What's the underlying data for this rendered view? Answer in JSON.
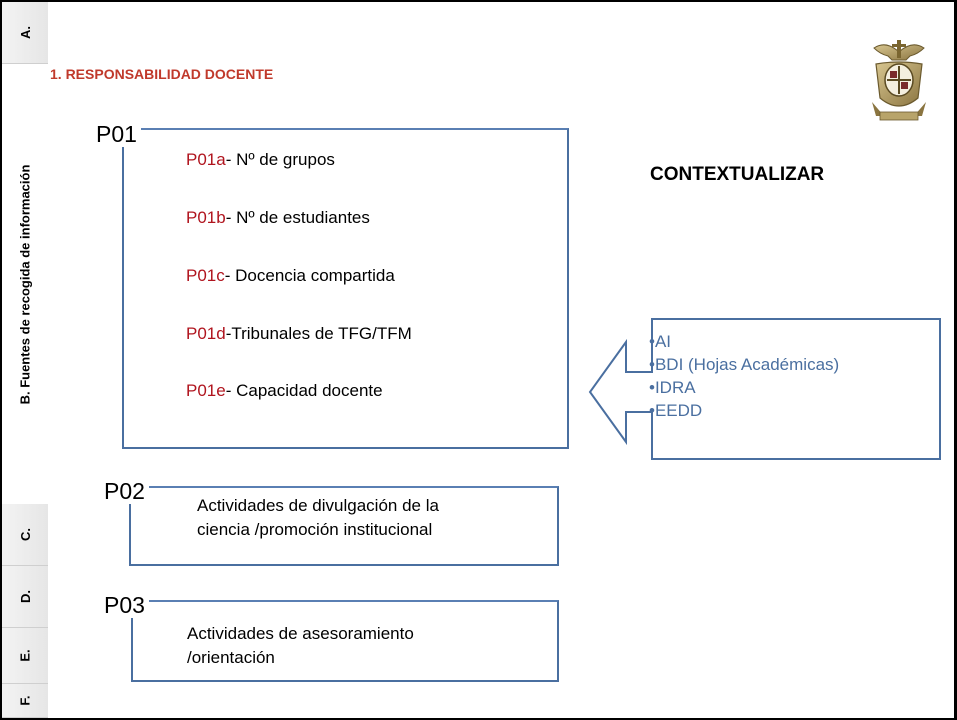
{
  "tabs": [
    {
      "label": "A."
    },
    {
      "label": "B.   Fuentes de recogida de información"
    },
    {
      "label": "C."
    },
    {
      "label": "D."
    },
    {
      "label": "E."
    },
    {
      "label": "F."
    }
  ],
  "section_title": "1. RESPONSABILIDAD DOCENTE",
  "p01": {
    "label": "P01",
    "items": [
      {
        "code": "P01a",
        "text": "- Nº de grupos"
      },
      {
        "code": "P01b",
        "text": "- Nº de estudiantes"
      },
      {
        "code": "P01c",
        "text": "- Docencia compartida"
      },
      {
        "code": "P01d",
        "text": "-Tribunales de TFG/TFM"
      },
      {
        "code": "P01e",
        "text": "- Capacidad docente"
      }
    ]
  },
  "p02": {
    "label": "P02",
    "lines": [
      "Actividades de divulgación de la",
      "ciencia /promoción institucional"
    ]
  },
  "p03": {
    "label": "P03",
    "lines": [
      "Actividades de asesoramiento",
      "/orientación"
    ]
  },
  "context_title": "CONTEXTUALIZAR",
  "sources": [
    "•AI",
    "•BDI (Hojas Académicas)",
    "•IDRA",
    "•EEDD"
  ],
  "colors": {
    "accent_red": "#c0392b",
    "code_red": "#b0141e",
    "box_blue": "#4a6fa0"
  },
  "icons": {
    "crest": "university-crest-icon",
    "arrow": "left-arrow-callout"
  }
}
